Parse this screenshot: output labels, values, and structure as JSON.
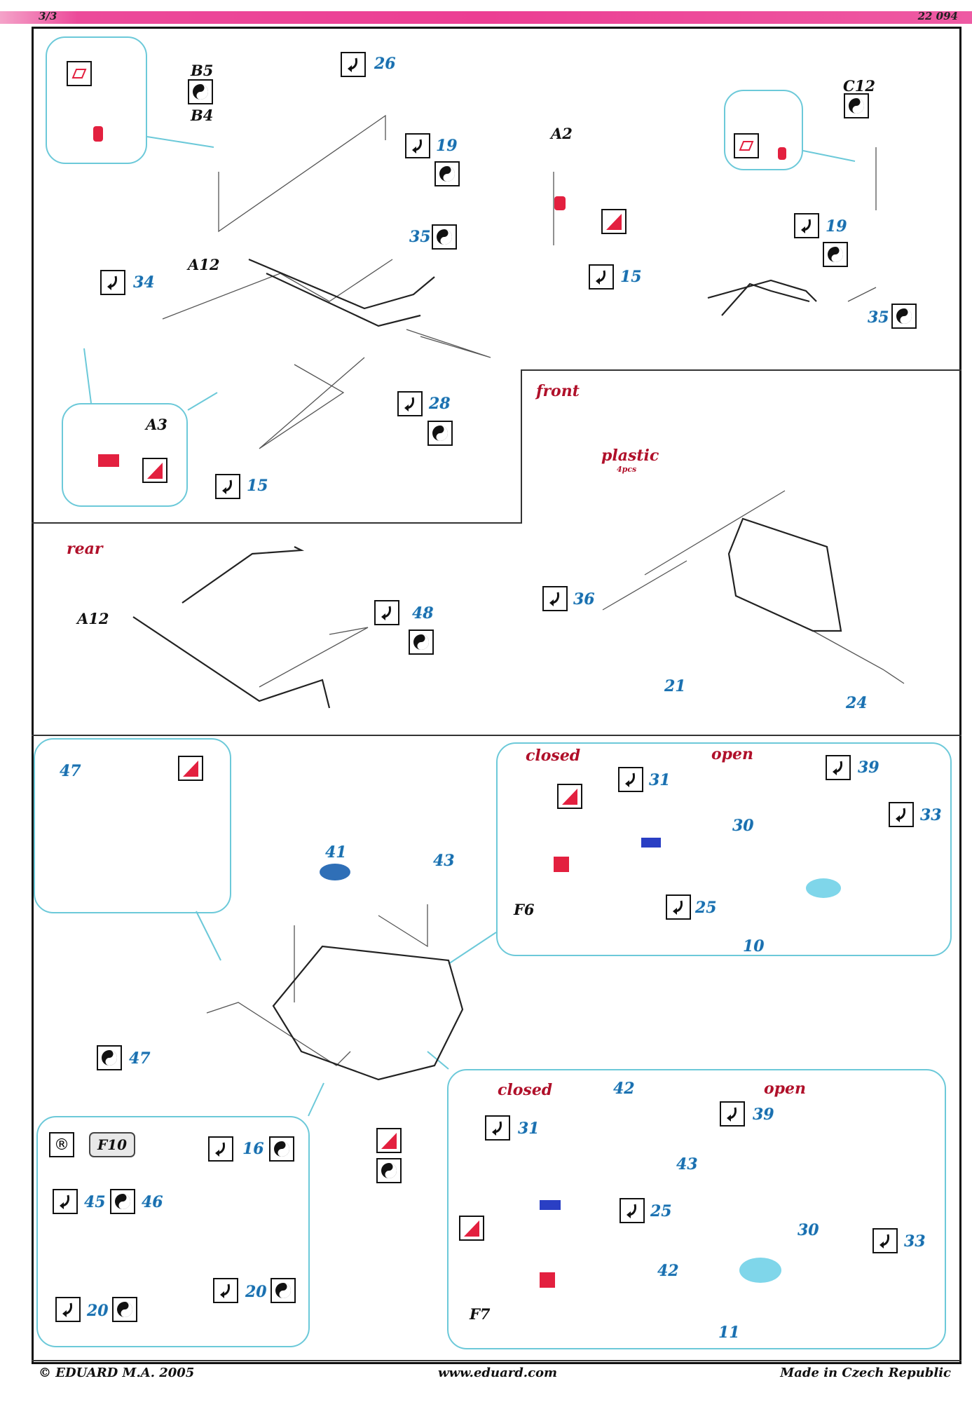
{
  "header": {
    "page_number": "3/3",
    "kit_number": "22 094",
    "bar_color": "#ec3e93"
  },
  "sections": {
    "front_label": "front",
    "rear_label": "rear",
    "plastic_label": "plastic",
    "plastic_qty": "4pcs",
    "closed_label_1": "closed",
    "open_label_1": "open",
    "closed_label_2": "closed",
    "open_label_2": "open"
  },
  "part_labels": {
    "B5": "B5",
    "B4": "B4",
    "A12_top": "A12",
    "A2": "A2",
    "C12": "C12",
    "A3": "A3",
    "A12_rear": "A12",
    "F6": "F6",
    "F7": "F7",
    "F10": "F10"
  },
  "pe_numbers": {
    "n26": "26",
    "n19_a": "19",
    "n35_a": "35",
    "n34": "34",
    "n28": "28",
    "n15_a": "15",
    "n15_b": "15",
    "n19_b": "19",
    "n35_b": "35",
    "n36": "36",
    "n21": "21",
    "n24": "24",
    "n48": "48",
    "n47_a": "47",
    "n47_b": "47",
    "n41": "41",
    "n43_a": "43",
    "n31_a": "31",
    "n25_a": "25",
    "n39_a": "39",
    "n30_a": "30",
    "n33_a": "33",
    "n10": "10",
    "n16": "16",
    "n45": "45",
    "n46": "46",
    "n20_a": "20",
    "n20_b": "20",
    "n31_b": "31",
    "n42_a": "42",
    "n43_b": "43",
    "n39_b": "39",
    "n25_b": "25",
    "n30_b": "30",
    "n33_b": "33",
    "n42_b": "42",
    "n11": "11"
  },
  "icons": {
    "fold": "fold-icon",
    "bend": "yin-yang-bend-icon",
    "paint": "paint-swatch-icon",
    "remove": "registered-remove-icon"
  },
  "colors": {
    "pe_blue": "#1a6fb0",
    "bubble_cyan": "#6cc9d9",
    "accent_red": "#b0102a",
    "paint_red": "#e3203f"
  },
  "footer": {
    "copyright": "© EDUARD  M.A. 2005",
    "website": "www.eduard.com",
    "origin": "Made in Czech Republic"
  }
}
